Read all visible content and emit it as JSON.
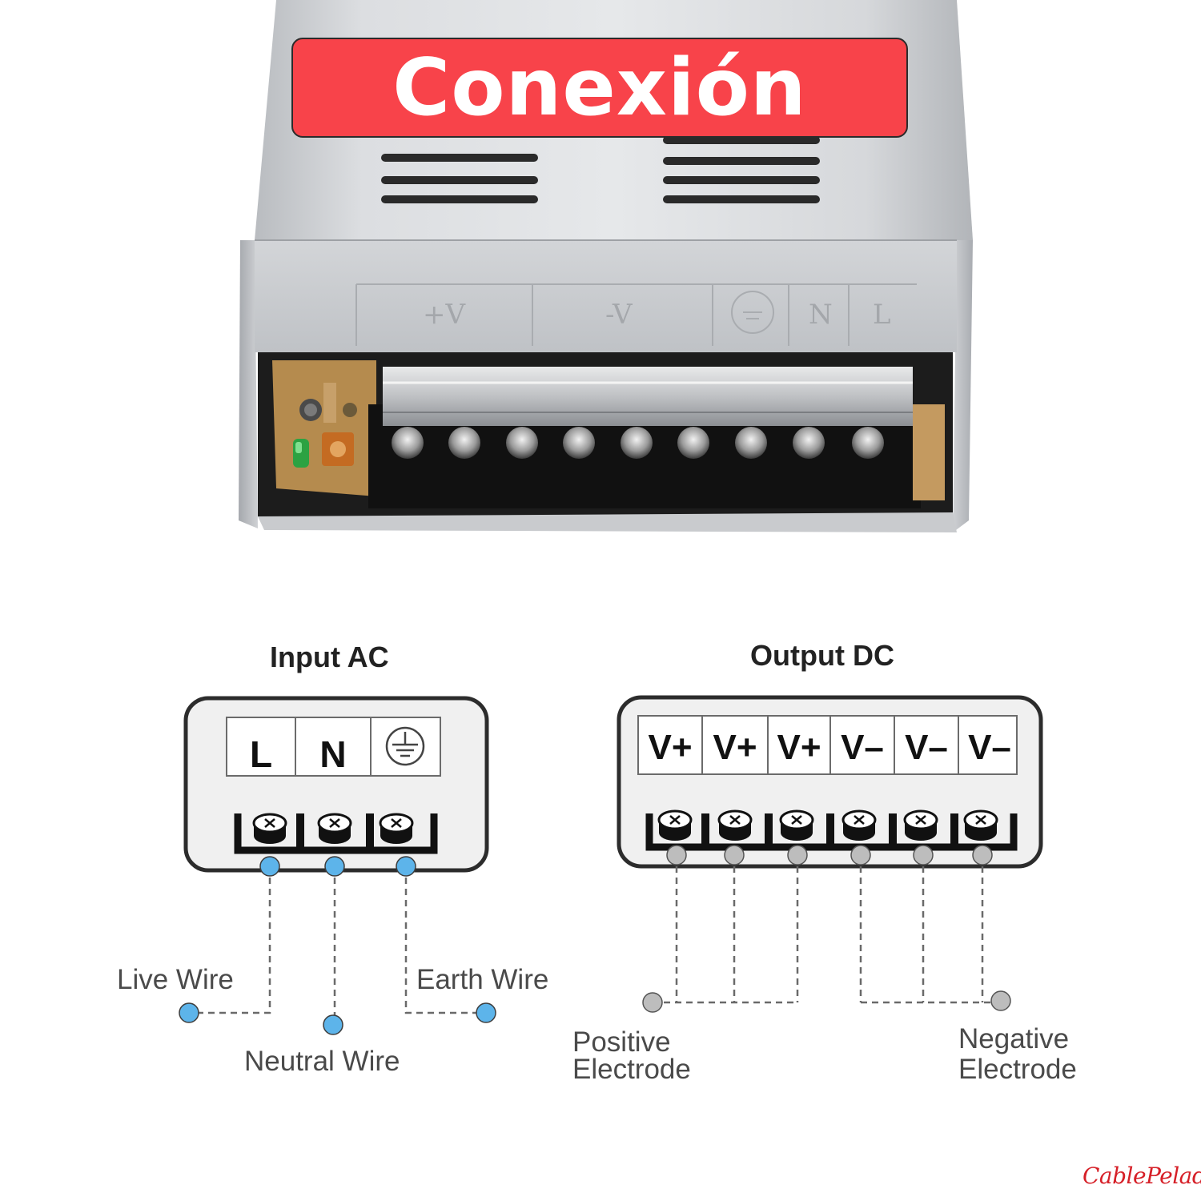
{
  "banner": {
    "title": "Conexión"
  },
  "psu_labels": {
    "v_plus": "+V",
    "v_minus": "-V",
    "n": "N",
    "l": "L"
  },
  "input_ac": {
    "title": "Input AC",
    "terminals": [
      "L",
      "N",
      "earth-icon"
    ],
    "wires": [
      "Live Wire",
      "Neutral Wire",
      "Earth Wire"
    ],
    "dot_color": "#5db4ea"
  },
  "output_dc": {
    "title": "Output DC",
    "terminals": [
      "V+",
      "V+",
      "V+",
      "V–",
      "V–",
      "V–"
    ],
    "positive_label": [
      "Positive",
      "Electrode"
    ],
    "negative_label": [
      "Negative",
      "Electrode"
    ],
    "dot_color": "#bdbdbd"
  },
  "brand": {
    "name": "CablePelado"
  },
  "colors": {
    "banner": "#f8434a",
    "panel_border": "#2c2c2c",
    "panel_fill": "#f0f0f0"
  }
}
